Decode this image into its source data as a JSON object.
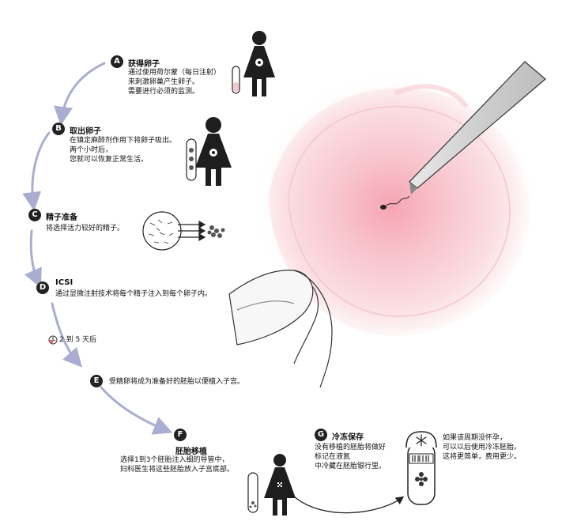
{
  "steps": {
    "a": {
      "letter": "A",
      "title": "获得卵子",
      "lines": [
        "通过使用荷尔蒙（每日注射）",
        "来刺激卵巢产生卵子。",
        "需要进行必须的监测。"
      ]
    },
    "b": {
      "letter": "B",
      "title": "取出卵子",
      "lines": [
        "在镇定麻醉剂作用下将卵子吸出。",
        "两个小时后，",
        "您就可以恢复正常生活。"
      ]
    },
    "c": {
      "letter": "C",
      "title": "精子准备",
      "lines": [
        "将选择活力较好的精子。"
      ]
    },
    "d": {
      "letter": "D",
      "title": "ICSI",
      "lines": [
        "通过显微注射技术将每个精子注入到每个卵子内。"
      ]
    },
    "e": {
      "letter": "E",
      "title": "",
      "lines": [
        "受精卵将成为准备好的胚胎以便植入子宫。"
      ]
    },
    "f": {
      "letter": "F",
      "title": "胚胎移植",
      "lines": [
        "选择1到3个胚胎注入细的导管中，",
        "妇科医生将这些胚胎放入子宫底部。"
      ]
    },
    "g": {
      "letter": "G",
      "title": "冷冻保存",
      "lines": [
        "没有移植的胚胎将做好",
        "标记在液氮",
        "中冷藏在胚胎银行里。"
      ]
    }
  },
  "timing": {
    "label": "2 到 5 天后"
  },
  "freeze_note": {
    "lines": [
      "如果该周期没怀孕，",
      "可以以后使用冷冻胚胎。",
      "这将更简单，费用更少。"
    ]
  },
  "colors": {
    "arrow": "#a9aed0",
    "badge": "#222222",
    "egg": "#f4b9c4",
    "figure": "#1e1e1e"
  }
}
